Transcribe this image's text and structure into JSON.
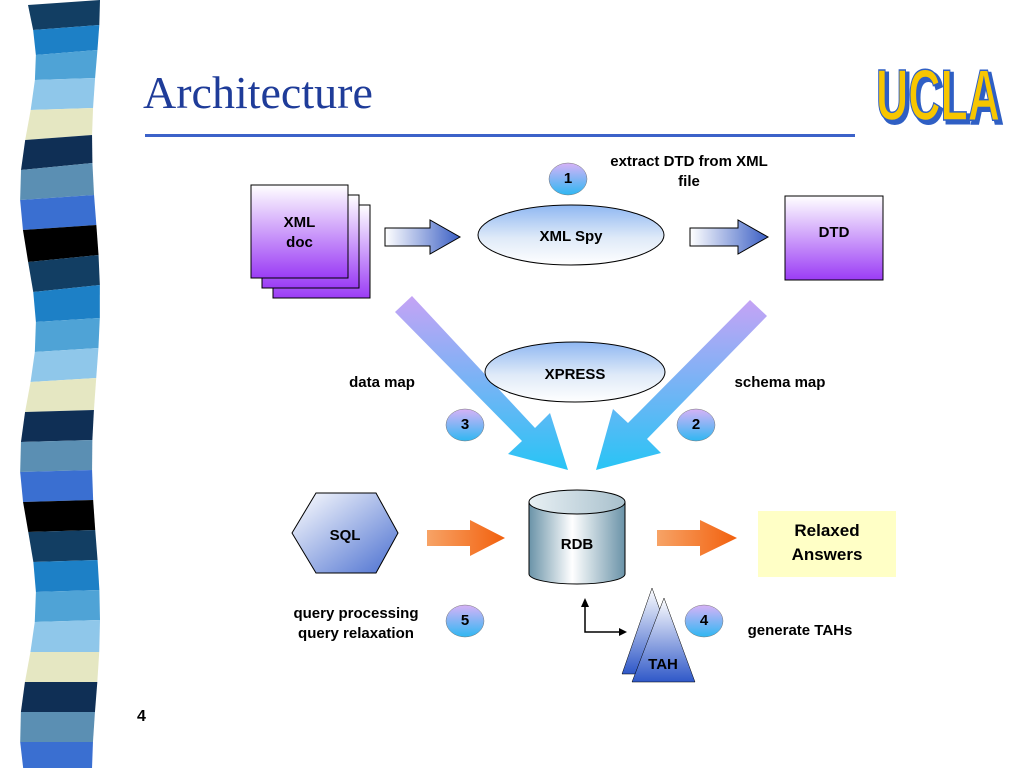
{
  "slide": {
    "title": "Architecture",
    "logo_text": "UCLA",
    "page_number": "4"
  },
  "diagram": {
    "xml_doc": {
      "line1": "XML",
      "line2": "doc"
    },
    "xml_spy": "XML Spy",
    "dtd": "DTD",
    "step1_note": {
      "line1": "extract DTD from XML",
      "line2": "file"
    },
    "xpress": "XPRESS",
    "data_map": "data map",
    "schema_map": "schema map",
    "sql": "SQL",
    "rdb": "RDB",
    "relaxed_answers": {
      "line1": "Relaxed",
      "line2": "Answers"
    },
    "query_note": {
      "line1": "query processing",
      "line2": "query relaxation"
    },
    "tah": "TAH",
    "generate_tahs": "generate TAHs",
    "steps": [
      "1",
      "2",
      "3",
      "4",
      "5"
    ]
  },
  "colors": {
    "title": "#1f3c99",
    "rule": "#3c62c9",
    "purple": "#9b3cf5",
    "logo_yellow": "#f7c600",
    "logo_blue": "#2f5fc4",
    "relaxed_bg": "#ffffc6",
    "orange_arrow": "#f26a1b"
  }
}
